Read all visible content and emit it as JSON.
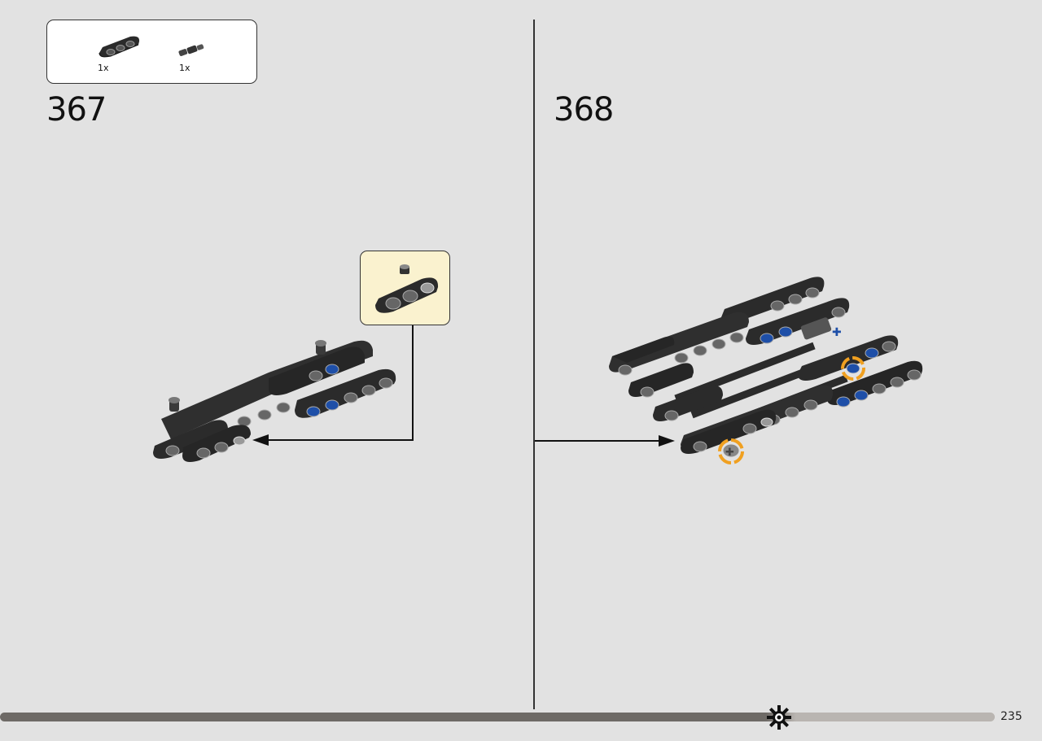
{
  "parts_list": {
    "items": [
      {
        "icon": "beam-3-black-icon",
        "quantity": "1x"
      },
      {
        "icon": "axle-pin-connector-icon",
        "quantity": "1x"
      }
    ]
  },
  "steps": [
    {
      "number": "367"
    },
    {
      "number": "368"
    }
  ],
  "footer": {
    "page_number": "235",
    "progress_icon": "gear-progress-icon"
  },
  "colors": {
    "background": "#e2e2e2",
    "beam": "#2b2b2b",
    "pin_blue": "#1e4fa8",
    "highlight_orange": "#f0a020",
    "callout_bg": "#faf2cf",
    "bar_dark": "#6e6a66",
    "bar_light": "#b9b5b1"
  }
}
